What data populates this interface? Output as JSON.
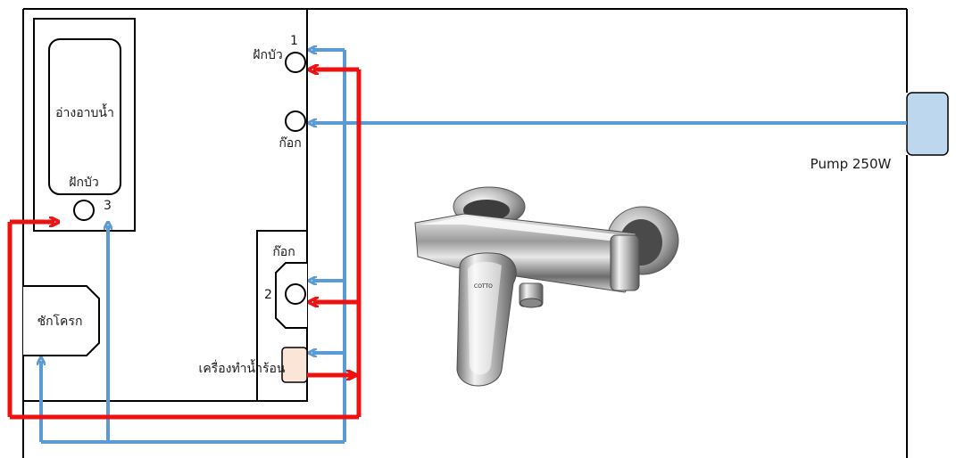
{
  "labels": {
    "bathtub": "อ่างอาบน้ำ",
    "tub_shower": "ฝักบัว",
    "tub_shower_number": "3",
    "wall_shower": "ฝักบัว",
    "wall_shower_number": "1",
    "wall_faucet": "ก๊อก",
    "cabinet_faucet": "ก๊อก",
    "cabinet_faucet_number": "2",
    "toilet": "ชักโครก",
    "water_heater": "เครื่องทำน้ำร้อน",
    "pump": "Pump 250W",
    "mixer_brand": "COTTO"
  },
  "colors": {
    "hot_pipe": "#ee1111",
    "cold_pipe": "#5b9bd5",
    "pump_fill": "#bdd7ee",
    "heater_fill": "#fbe5d6",
    "outline": "#000000"
  },
  "icons": {
    "outlet": "circle-outlet-icon",
    "mixer": "shower-mixer-valve-icon"
  }
}
